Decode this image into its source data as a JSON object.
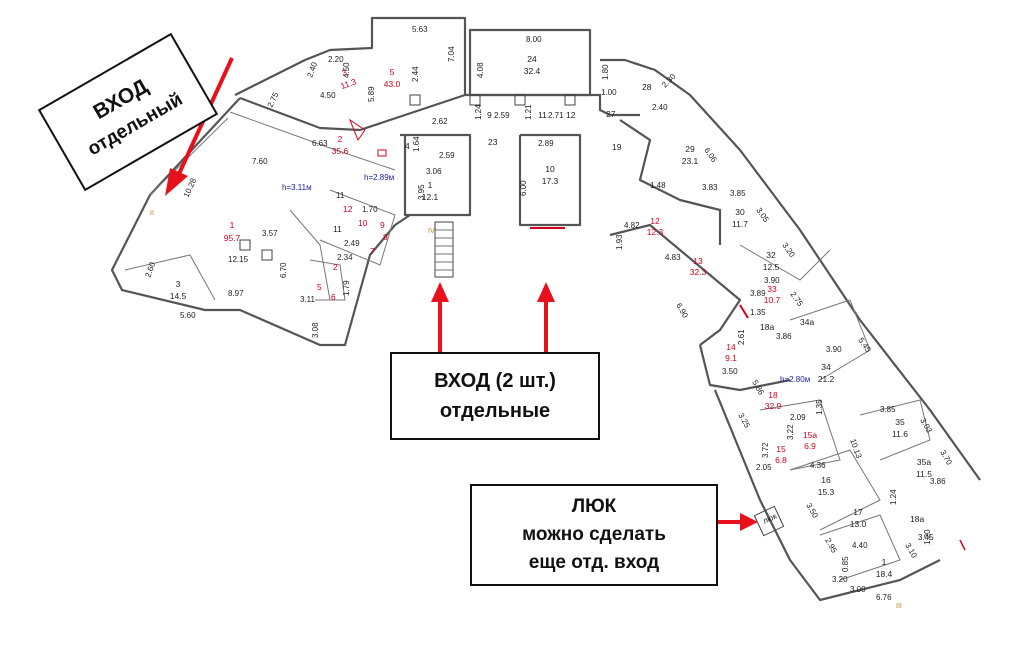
{
  "callouts": {
    "left_entrance": {
      "line1": "ВХОД",
      "line2": "отдельный"
    },
    "center_entrance": {
      "line1": "ВХОД (2 шт.)",
      "line2": "отдельные"
    },
    "hatch": {
      "line1": "ЛЮК",
      "line2": "можно сделать",
      "line3": "еще отд. вход"
    }
  },
  "colors": {
    "arrow": "#e8101a",
    "wall": "#555555",
    "room_label_red": "#d0021b",
    "height_label": "#1a1aa8",
    "roman_label": "#b8861b"
  },
  "ceiling_heights": {
    "left": "h=3.11м",
    "top": "h=2.89м",
    "right": "h=2.80м"
  },
  "roman_numerals": {
    "left": "II",
    "center": "IV",
    "right": "III"
  },
  "hatch_label": "люк",
  "rooms": [
    {
      "num": "1",
      "area": "95.7",
      "red": true
    },
    {
      "num": "2",
      "area": "35.6",
      "red": true
    },
    {
      "num": "3",
      "area": "11.3",
      "red": true
    },
    {
      "num": "5",
      "area": "43.0",
      "red": true
    },
    {
      "num": "3",
      "area": "14.5",
      "red": false
    },
    {
      "num": "24",
      "area": "32.4",
      "red": false
    },
    {
      "num": "1",
      "area": "12.1",
      "red": false
    },
    {
      "num": "10",
      "area": "17.3",
      "red": false
    },
    {
      "num": "29",
      "area": "23.1",
      "red": false
    },
    {
      "num": "30",
      "area": "11.7",
      "red": false
    },
    {
      "num": "12",
      "area": "12.3",
      "red": true
    },
    {
      "num": "13",
      "area": "32.3",
      "red": true
    },
    {
      "num": "32",
      "area": "12.5",
      "red": false
    },
    {
      "num": "33",
      "area": "10.7",
      "red": true
    },
    {
      "num": "34",
      "area": "21.2",
      "red": false
    },
    {
      "num": "14",
      "area": "9.1",
      "red": true
    },
    {
      "num": "18",
      "area": "32.9",
      "red": true
    },
    {
      "num": "35",
      "area": "11.6",
      "red": false
    },
    {
      "num": "15",
      "area": "6.8",
      "red": true
    },
    {
      "num": "15а",
      "area": "6.9",
      "red": true
    },
    {
      "num": "35а",
      "area": "11.5",
      "red": false
    },
    {
      "num": "16",
      "area": "15.3",
      "red": false
    },
    {
      "num": "17",
      "area": "13.0",
      "red": false
    },
    {
      "num": "1",
      "area": "18.4",
      "red": false
    }
  ],
  "room_labels_simple": [
    "28",
    "27",
    "23",
    "9",
    "11",
    "12",
    "19",
    "18а",
    "34а",
    "18а",
    "4",
    "7",
    "8",
    "9",
    "10",
    "11",
    "12",
    "5",
    "6",
    "2"
  ],
  "dimensions": [
    "5.63",
    "8.00",
    "2.20",
    "2.40",
    "4.50",
    "4.50",
    "5.89",
    "2.44",
    "7.04",
    "4.08",
    "1.80",
    "1.00",
    "2.30",
    "2.40",
    "2.75",
    "6.63",
    "7.60",
    "10.28",
    "2.62",
    "1.24",
    "2.59",
    "1.21",
    "2.71",
    "2.89",
    "1.64",
    "2.59",
    "3.06",
    "3.95",
    "6.00",
    "6.06",
    "3.83",
    "3.85",
    "3.05",
    "3.20",
    "3.90",
    "3.89",
    "2.75",
    "1.48",
    "4.82",
    "1.93",
    "4.83",
    "6.90",
    "1.35",
    "2.61",
    "3.86",
    "3.90",
    "5.45",
    "3.50",
    "5.86",
    "3.25",
    "2.09",
    "3.22",
    "3.72",
    "2.05",
    "4.36",
    "1.35",
    "10.13",
    "3.85",
    "3.03",
    "3.70",
    "3.86",
    "1.24",
    "3.50",
    "2.95",
    "4.40",
    "3.10",
    "3.45",
    "1.20",
    "3.20",
    "0.85",
    "3.00",
    "6.76",
    "3.57",
    "12.15",
    "6.70",
    "2.60",
    "8.97",
    "5.60",
    "3.11",
    "3.08",
    "2.34",
    "2.49",
    "1.79",
    "1.70",
    "11"
  ]
}
